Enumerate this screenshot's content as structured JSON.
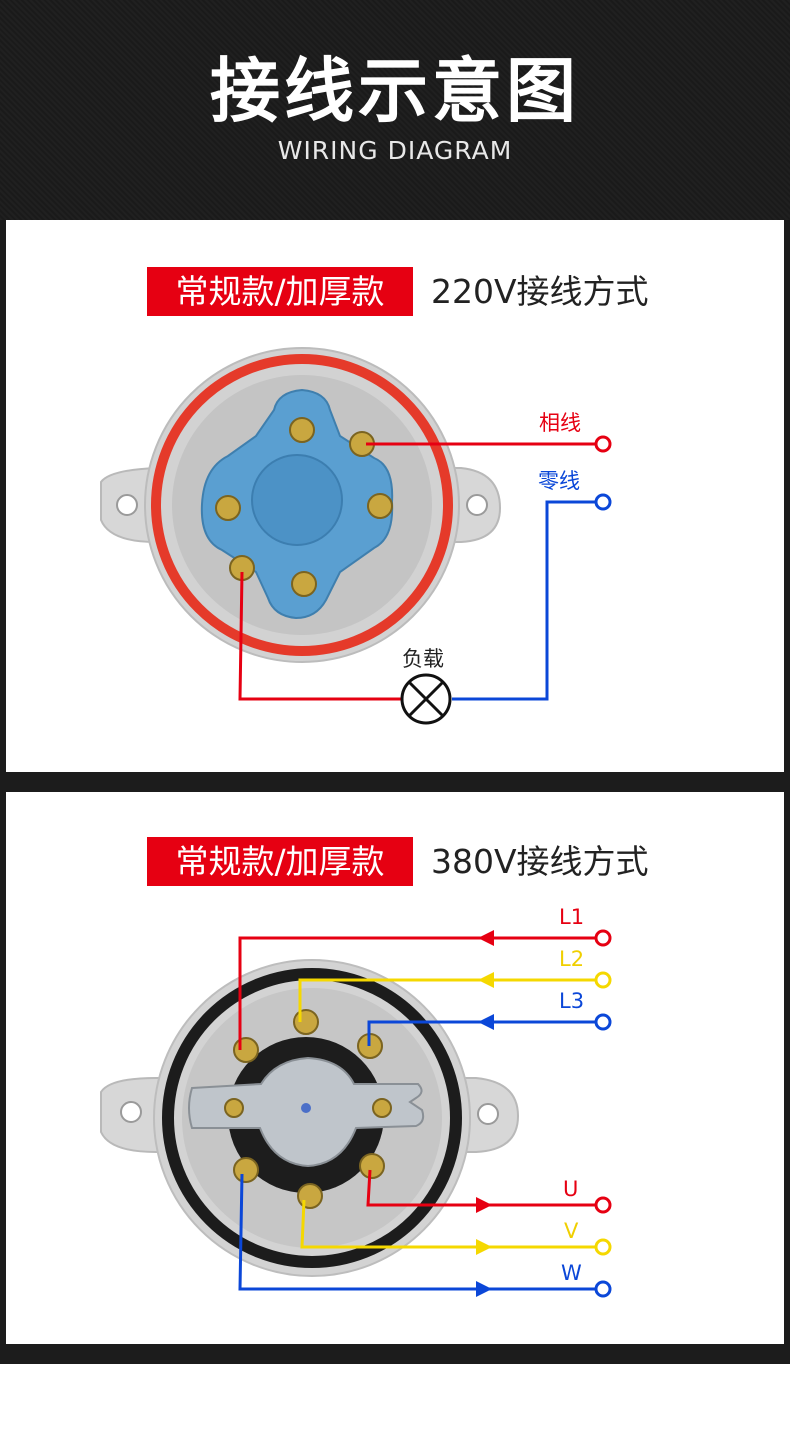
{
  "header": {
    "title": "接线示意图",
    "subtitle": "WIRING DIAGRAM"
  },
  "panel_220": {
    "tag": "常规款/加厚款",
    "heading": "220V接线方式",
    "labels": {
      "phase": "相线",
      "neutral": "零线",
      "load": "负载"
    }
  },
  "panel_380": {
    "tag": "常规款/加厚款",
    "heading": "380V接线方式",
    "inputs": [
      "L1",
      "L2",
      "L3"
    ],
    "outputs": [
      "U",
      "V",
      "W"
    ]
  },
  "colors": {
    "red": "#e60012",
    "yellow": "#f5d800",
    "blue": "#0b47d8",
    "header_bg": "#1e1e1e"
  }
}
